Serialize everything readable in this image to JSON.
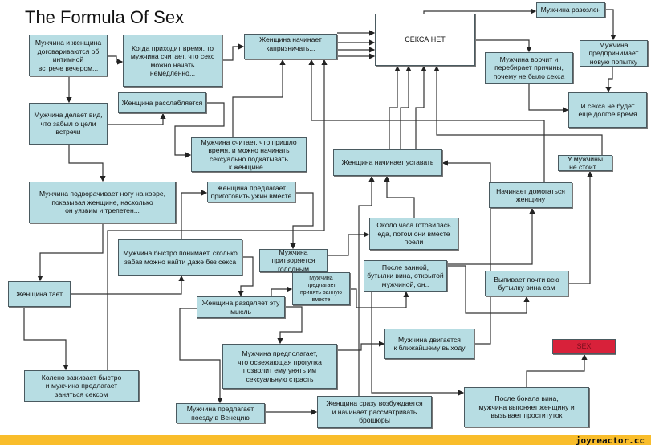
{
  "title": "The Formula Of Sex",
  "boxes": {
    "agree": "Мужчина и женщина\nдоговариваются об\nинтимной\nвстрече вечером...",
    "time_comes": "Когда приходит время, то\nмужчина считает, что секс\nможно начать\nнемедленно...",
    "capricious": "Женщина начинает\nкапризничать...",
    "no_sex": "СЕКСА НЕТ",
    "angry": "Мужчина разозлен",
    "new_attempt": "Мужчина\nпредпринимает\nновую попытку",
    "grumbles": "Мужчина ворчит и\nперебирает причины,\nпочему не было секса",
    "no_sex_long": "И секса не будет\nеще долгое время",
    "relaxes": "Женщина расслабляется",
    "pretends_forgot": "Мужчина делает вид,\nчто забыл о цели\nвстречи",
    "time_to_approach": "Мужчина считает, что пришло\nвремя, и можно начинать\nсексуально подкатывать\nк женщине...",
    "gets_tired": "Женщина начинает уставать",
    "not_standing": "У мужчины\nне стоит...",
    "harasses": "Начинает домогаться\nженщину",
    "twists_leg": "Мужчина подворачивает ногу на ковре,\nпоказывая женщине, насколько\nон уязвим и трепетен...",
    "cook_dinner": "Женщина предлагает\nприготовить ужин вместе",
    "cooked_hour": "Около часа готовилась\nеда, потом они вместе\nпоели",
    "understands_fun": "Мужчина быстро понимает, сколько\nзабав можно найти даже без секса",
    "pretends_hungry": "Мужчина\nпритворяется\nголодным",
    "bath_offer": "Мужчина предлагает\nпринять ванную\nвместе",
    "after_bath": "После ванной,\nбутылки вина, открытой\nмужчиной, он..",
    "drinks_bottle": "Выпивает почти всю\nбутылку вина сам",
    "melts": "Женщина тает",
    "shares_thought": "Женщина разделяет эту\nмысль",
    "moves_exit": "Мужчина двигается\nк ближайшему выходу",
    "sex": "SEX",
    "walk": "Мужчина предполагает,\nчто освежающая прогулка\nпозволит ему унять им\nсексуальную страсть",
    "knee_heals": "Колено заживает быстро\nи мужчина предлагает\nзаняться сексом",
    "venice": "Мужчина предлагает\nпоезду в Венецию",
    "brochures": "Женщина сразу возбуждается\nи начинает рассматривать\nброшюры",
    "after_wine_glass": "После бокала вина,\nмужчина выгоняет женщину и\nвызывает проституток"
  },
  "footer": {
    "brand": "joyreactor.cc"
  },
  "colors": {
    "box": "#b7dde3",
    "sex": "#d8213a",
    "footer": "#f9bd2b"
  }
}
